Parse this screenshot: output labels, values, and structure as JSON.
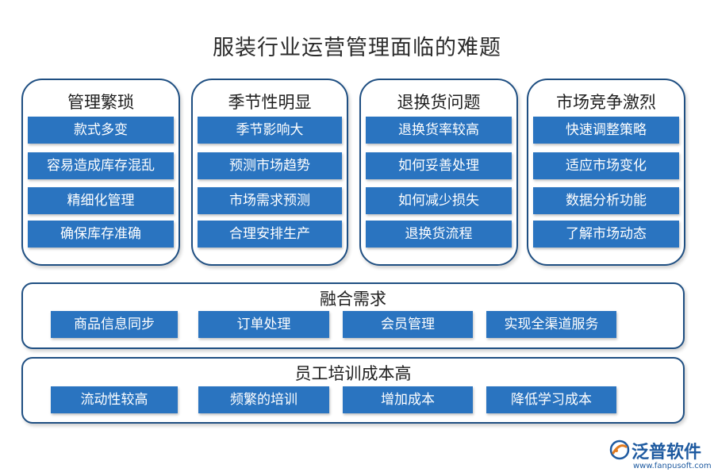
{
  "title": "服装行业运营管理面临的难题",
  "columns": [
    {
      "heading": "管理繁琐",
      "items": [
        "款式多变",
        "容易造成库存混乱",
        "精细化管理",
        "确保库存准确"
      ]
    },
    {
      "heading": "季节性明显",
      "items": [
        "季节影响大",
        "预测市场趋势",
        "市场需求预测",
        "合理安排生产"
      ]
    },
    {
      "heading": "退换货问题",
      "items": [
        "退换货率较高",
        "如何妥善处理",
        "如何减少损失",
        "退换货流程"
      ]
    },
    {
      "heading": "市场竞争激烈",
      "items": [
        "快速调整策略",
        "适应市场变化",
        "数据分析功能",
        "了解市场动态"
      ]
    }
  ],
  "rows": [
    {
      "heading": "融合需求",
      "items": [
        "商品信息同步",
        "订单处理",
        "会员管理",
        "实现全渠道服务"
      ]
    },
    {
      "heading": "员工培训成本高",
      "items": [
        "流动性较高",
        "频繁的培训",
        "增加成本",
        "降低学习成本"
      ]
    }
  ],
  "logo": {
    "name": "泛普软件",
    "url": "www.fanpusoft.com",
    "icon": "fanpu-logo-icon"
  },
  "colors": {
    "accent": "#2a74c0",
    "border": "#1f4f82"
  }
}
